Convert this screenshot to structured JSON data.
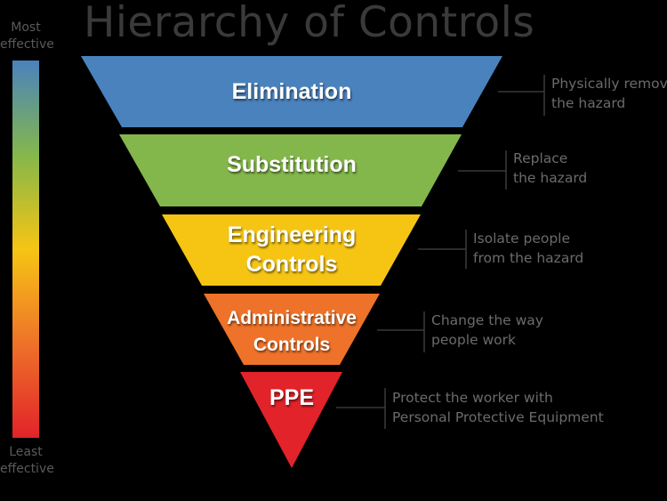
{
  "title": "Hierarchy of Controls",
  "scale": {
    "top_line1": "Most",
    "top_line2": "effective",
    "bottom_line1": "Least",
    "bottom_line2": "effective"
  },
  "levels": [
    {
      "label_line1": "Elimination",
      "label_line2": "",
      "color": "#4a82bd",
      "desc_line1": "Physically remove",
      "desc_line2": "the hazard"
    },
    {
      "label_line1": "Substitution",
      "label_line2": "",
      "color": "#84b74b",
      "desc_line1": "Replace",
      "desc_line2": "the hazard"
    },
    {
      "label_line1": "Engineering",
      "label_line2": "Controls",
      "color": "#f6c514",
      "desc_line1": "Isolate people",
      "desc_line2": "from the hazard"
    },
    {
      "label_line1": "Administrative",
      "label_line2": "Controls",
      "color": "#ee7229",
      "desc_line1": "Change the way",
      "desc_line2": "people work"
    },
    {
      "label_line1": "PPE",
      "label_line2": "",
      "color": "#e22329",
      "desc_line1": "Protect the worker with",
      "desc_line2": "Personal Protective Equipment"
    }
  ],
  "colors": {
    "background": "#000000",
    "title_text": "#3a3a3a",
    "description_text": "#6b6b6b",
    "scale_text": "#5a5a5a",
    "connector": "#444444",
    "scale_gradient": [
      "#4a82bd",
      "#84b74b",
      "#f6c514",
      "#ee7229",
      "#e22329"
    ]
  }
}
